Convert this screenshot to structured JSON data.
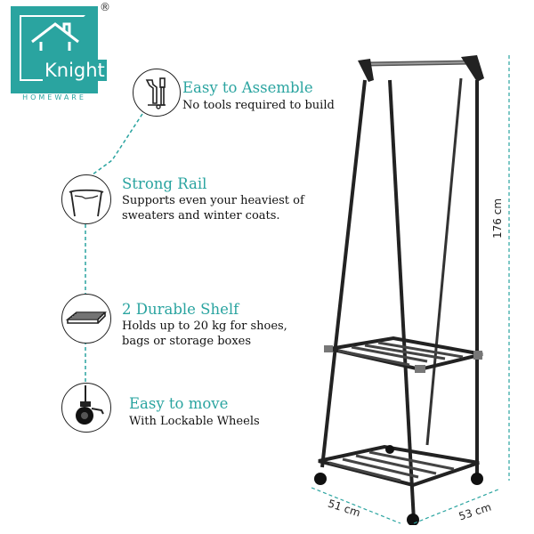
{
  "brand": {
    "name": "Knight",
    "subtitle": "HOMEWARE",
    "registered": "®",
    "color": "#2aa4a0"
  },
  "features": [
    {
      "icon": "wrench-screwdriver-icon",
      "title": "Easy to Assemble",
      "desc": "No tools required to build"
    },
    {
      "icon": "rail-icon",
      "title": "Strong Rail",
      "desc": "Supports even your heaviest of sweaters and winter coats."
    },
    {
      "icon": "shelf-icon",
      "title": "2 Durable Shelf",
      "desc": "Holds up to 20 kg for shoes, bags or storage boxes"
    },
    {
      "icon": "wheel-icon",
      "title": "Easy to move",
      "desc": "With Lockable Wheels"
    }
  ],
  "dimensions": {
    "height": "176 cm",
    "width": "51 cm",
    "depth": "53 cm"
  }
}
